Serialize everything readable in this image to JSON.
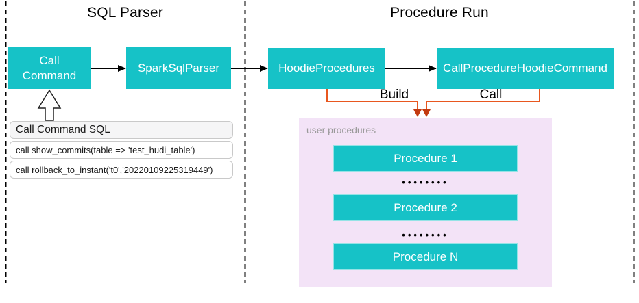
{
  "sections": {
    "sql_parser": {
      "title": "SQL Parser"
    },
    "procedure_run": {
      "title": "Procedure Run"
    }
  },
  "nodes": {
    "call_command": "Call Command",
    "spark_sql_parser": "SparkSqlParser",
    "hoodie_procedures": "HoodieProcedures",
    "call_procedure_hoodie_command": "CallProcedureHoodieCommand"
  },
  "sql_panel": {
    "header": "Call Command SQL",
    "rows": [
      "call show_commits(table => 'test_hudi_table')",
      "call rollback_to_instant('t0','20220109225319449')"
    ]
  },
  "edge_labels": {
    "build": "Build",
    "call": "Call"
  },
  "user_procedures": {
    "label": "user procedures",
    "items": [
      "Procedure 1",
      "Procedure 2",
      "Procedure N"
    ],
    "dots": "••••••••"
  },
  "colors": {
    "node_teal": "#16C2C7",
    "connector_orange": "#E8571F",
    "arrowhead_red": "#C33A10",
    "user_procedures_bg": "#F3E3F7",
    "dashed_divider": "#000000"
  }
}
